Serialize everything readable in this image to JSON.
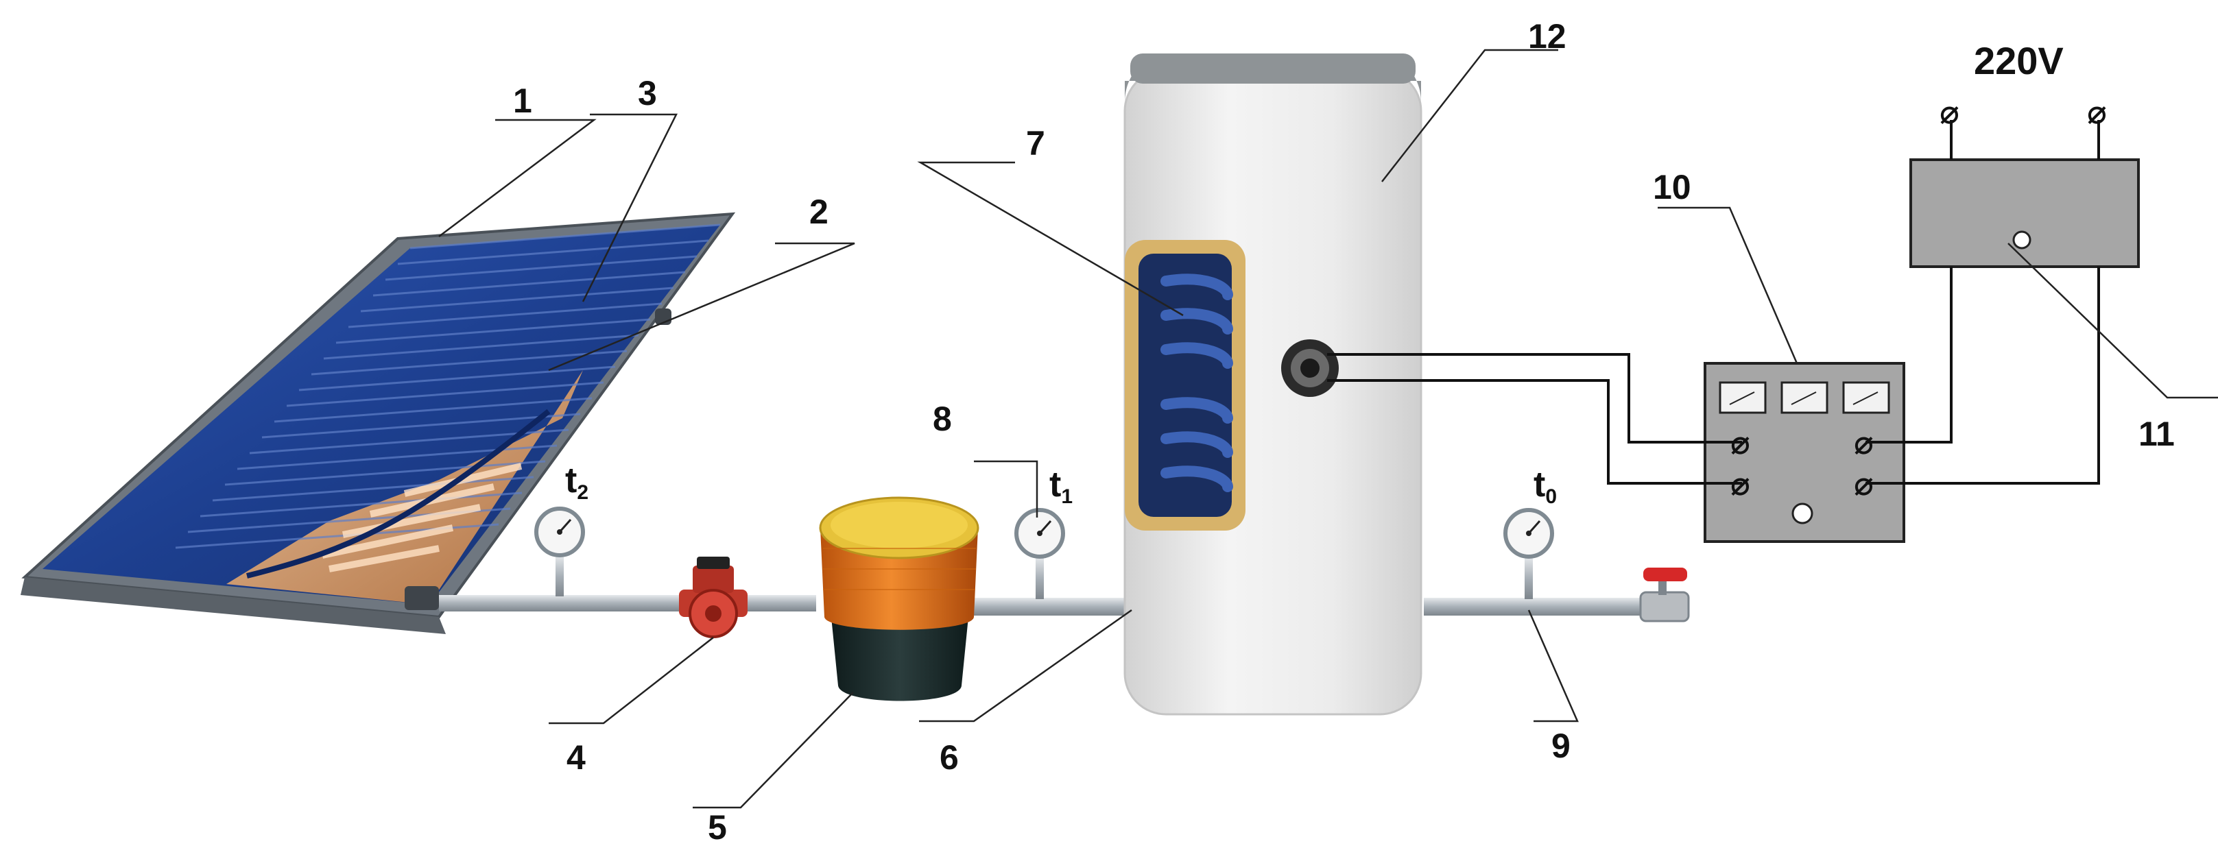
{
  "labels": {
    "n1": "1",
    "n2": "2",
    "n3": "3",
    "n4": "4",
    "n5": "5",
    "n6": "6",
    "n7": "7",
    "n8": "8",
    "n9": "9",
    "n10": "10",
    "n11": "11",
    "n12": "12"
  },
  "temperatures": {
    "t2": {
      "base": "t",
      "sub": "2"
    },
    "t1": {
      "base": "t",
      "sub": "1"
    },
    "t0": {
      "base": "t",
      "sub": "0"
    }
  },
  "power": {
    "voltage": "220V",
    "terminal_symbol": "⌀"
  },
  "colors": {
    "panel_frame": "#6f7780",
    "panel_glass": "#1f3f8a",
    "absorber": "#c98a4a",
    "pump_red": "#c0392b",
    "storage_orange": "#e8731e",
    "storage_dark": "#1a2a2a",
    "tank": "#e7e7e7",
    "tank_lid": "#8e9396",
    "coil": "#28407a",
    "control_box": "#a6a6a6",
    "valve_red": "#d62828"
  }
}
